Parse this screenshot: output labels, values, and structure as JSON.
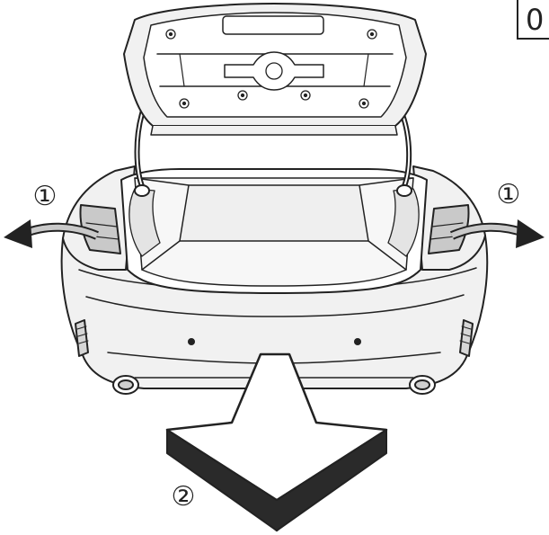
{
  "labels": {
    "step_1": "①",
    "step_2": "②",
    "corner_code": "0"
  },
  "colors": {
    "outline": "#222222",
    "body_fill": "#f1f1f1",
    "shade_fill": "#c9c9c9",
    "dark_fill": "#2a2a2a",
    "background": "#ffffff"
  }
}
